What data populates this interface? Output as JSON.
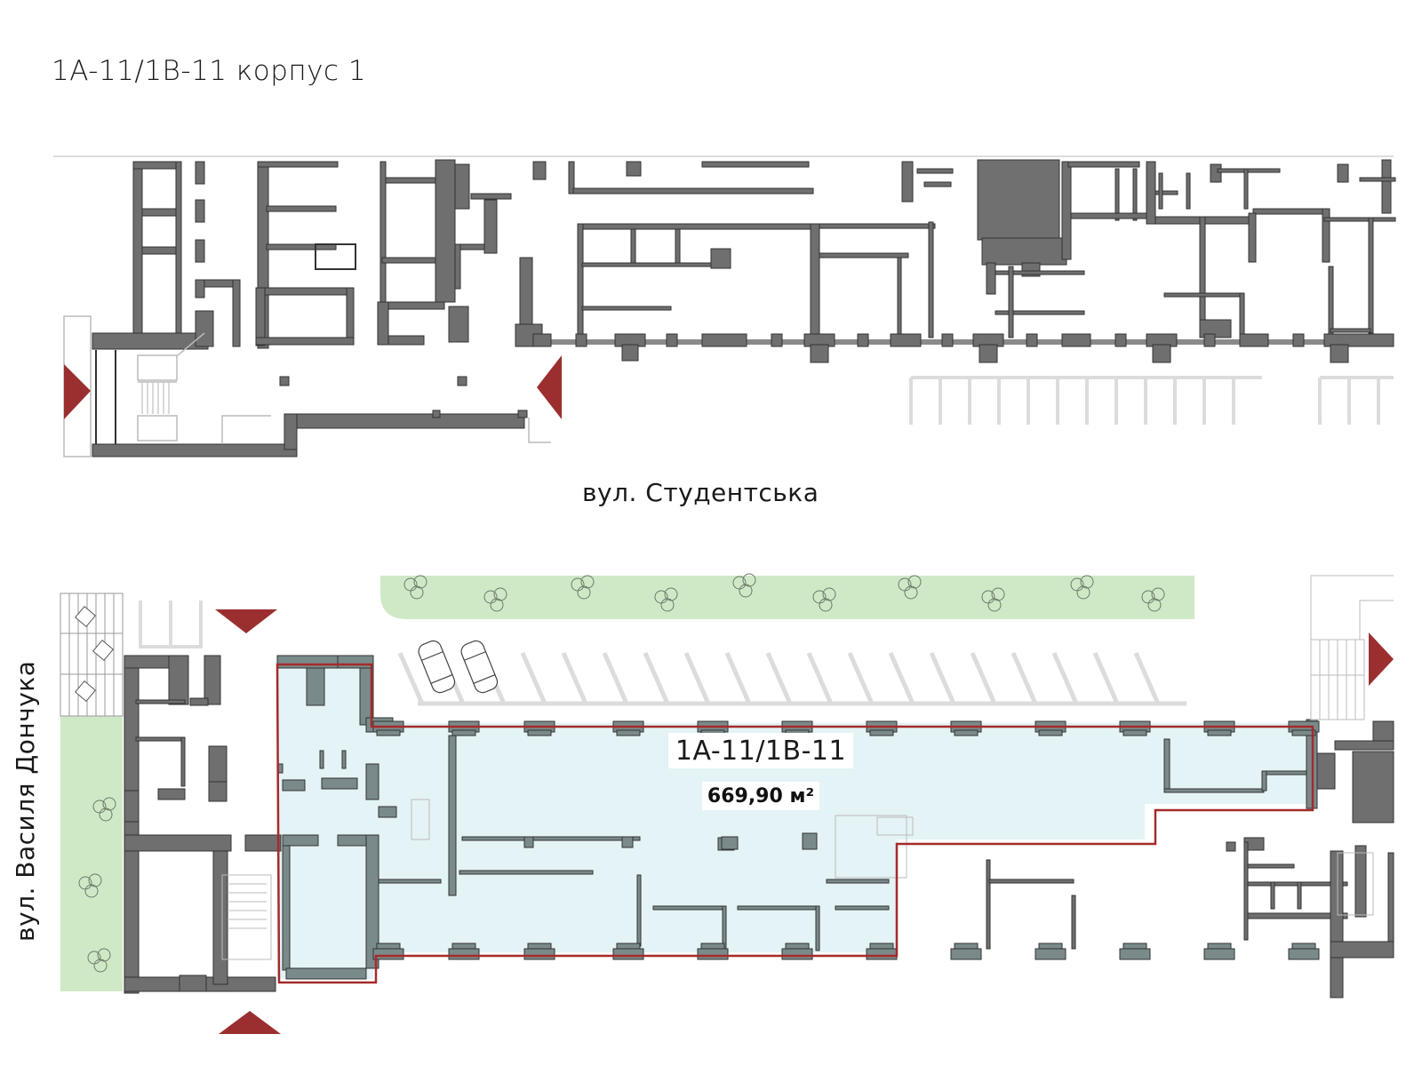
{
  "header": {
    "title": "1A-11/1B-11 корпус 1"
  },
  "streets": {
    "horizontal": "вул. Студентська",
    "vertical": "вул. Василя Дончука"
  },
  "unit": {
    "code": "1A-11/1B-11",
    "area": "669,90 м²",
    "highlight_fill": "#e4f3f5",
    "outline_color": "#a52a2a"
  },
  "colors": {
    "wall": "#6f6f6f",
    "wall_highlight": "#7a8a8b",
    "entrance_marker": "#9b2f2f",
    "green_area": "#cfe9c6",
    "parking_lines": "#d9d9d9"
  },
  "legend_icons": {
    "entrance": "entrance-triangle-icon",
    "tree": "tree-icon",
    "car": "car-icon",
    "table": "cafe-table-icon"
  }
}
